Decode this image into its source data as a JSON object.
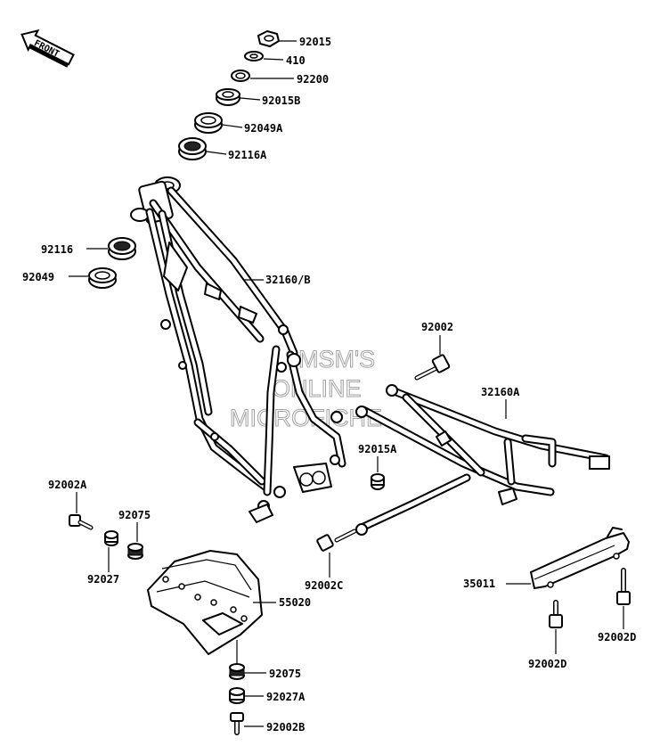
{
  "front_badge": "FRONT",
  "watermark": [
    "MSM'S",
    "ONLINE",
    "MICROFICHE"
  ],
  "callouts": {
    "p92015": "92015",
    "p410": "410",
    "p92200": "92200",
    "p92015B": "92015B",
    "p92049A": "92049A",
    "p92116A": "92116A",
    "p92116": "92116",
    "p92049": "92049",
    "p32160B": "32160/B",
    "p92002": "92002",
    "p32160A": "32160A",
    "p92015A": "92015A",
    "p92002A": "92002A",
    "p92075_top": "92075",
    "p92027": "92027",
    "p92002C": "92002C",
    "p35011": "35011",
    "p55020": "55020",
    "p92002D_right": "92002D",
    "p92002D_left": "92002D",
    "p92075_bottom": "92075",
    "p92027A": "92027A",
    "p92002B": "92002B"
  }
}
